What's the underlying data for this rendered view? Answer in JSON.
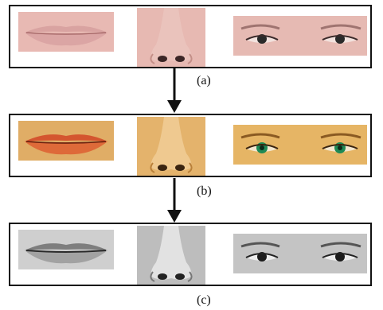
{
  "rows": [
    {
      "caption": "(a)",
      "variant": "original color",
      "features": [
        "lips",
        "nose",
        "eyes"
      ],
      "colors": {
        "skin": "#e7b8b2",
        "skin_dark": "#c99189",
        "lip": "#cf8c8c",
        "iris": "#2a2a2a"
      }
    },
    {
      "caption": "(b)",
      "variant": "color enhanced",
      "features": [
        "lips",
        "nose",
        "eyes"
      ],
      "colors": {
        "skin": "#e3b066",
        "skin_dark": "#b9803a",
        "lip": "#d4522e",
        "iris": "#1f8a55"
      }
    },
    {
      "caption": "(c)",
      "variant": "grayscale",
      "features": [
        "lips",
        "nose",
        "eyes"
      ],
      "colors": {
        "skin": "#c9c9c9",
        "skin_dark": "#8a8a8a",
        "lip": "#8f8f8f",
        "iris": "#1c1c1c"
      }
    }
  ]
}
